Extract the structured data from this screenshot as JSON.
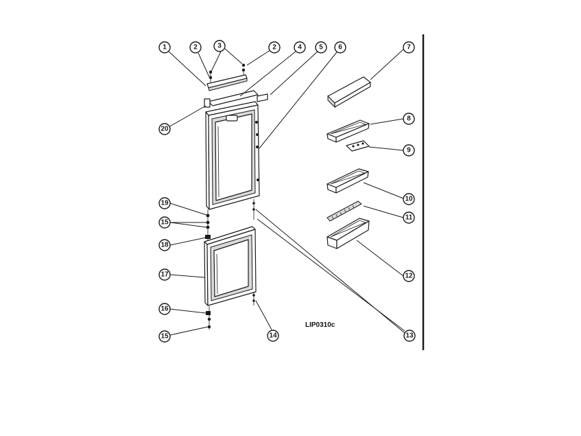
{
  "drawing_code": "LIP0310c",
  "callouts": [
    "1",
    "2",
    "3",
    "2",
    "4",
    "5",
    "6",
    "7",
    "8",
    "9",
    "10",
    "11",
    "12",
    "13",
    "14",
    "15",
    "16",
    "17",
    "18",
    "15",
    "19",
    "20"
  ],
  "colors": {
    "ink": "#1a1a1a",
    "background": "#ffffff",
    "part_shade": "#d9d9d9"
  }
}
